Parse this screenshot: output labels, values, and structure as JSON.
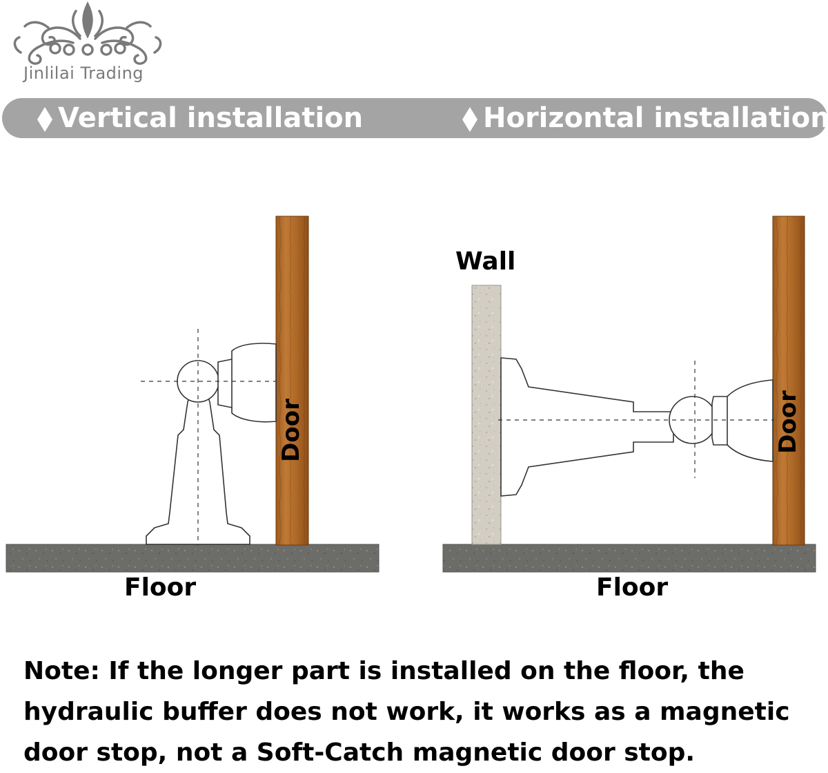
{
  "brand": {
    "name": "Jinlilai Trading"
  },
  "banner": {
    "left_title": "Vertical installation",
    "right_title": "Horizontal installation",
    "color": "#a4a4a4"
  },
  "diagrams": {
    "vertical": {
      "door_label": "Door",
      "floor_label": "Floor"
    },
    "horizontal": {
      "wall_label": "Wall",
      "door_label": "Door",
      "floor_label": "Floor"
    }
  },
  "colors": {
    "door_wood": "#b8722e",
    "floor_concrete": "#6e6e6b",
    "wall": "#cfcac0"
  },
  "icons": [
    "ornament-logo",
    "diamond-bullet"
  ],
  "note": "Note: If the longer part is installed on the floor, the hydraulic buffer does not work, it works as a magnetic door stop, not a Soft-Catch magnetic door stop."
}
